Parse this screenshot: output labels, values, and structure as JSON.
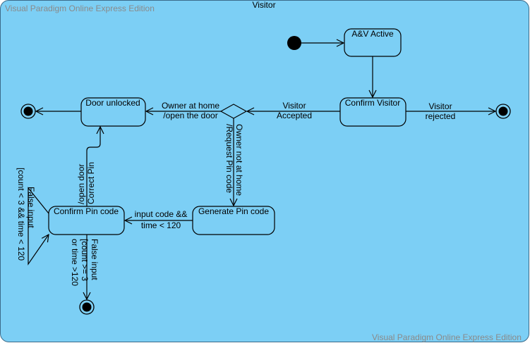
{
  "diagram": {
    "title": "Visitor",
    "watermark_top": "Visual Paradigm Online Express Edition",
    "watermark_bottom": "Visual Paradigm Online Express Edition",
    "colors": {
      "frame_fill": "#7ccff5",
      "frame_stroke": "#3b6b8a",
      "node_fill": "#7ccff5",
      "line": "#000000",
      "watermark": "#8a8a8a"
    },
    "states": {
      "av_active": "A&V Active",
      "confirm_visitor": "Confirm Visitor",
      "door_unlocked": "Door unlocked",
      "generate_pin": "Generate Pin code",
      "confirm_pin": "Confirm Pin code"
    },
    "transitions": {
      "visitor_rejected": [
        "Visitor",
        "rejected"
      ],
      "visitor_accepted": [
        "Visitor",
        "Accepted"
      ],
      "owner_home": [
        "Owner at home",
        "/open the door"
      ],
      "owner_not_home": [
        "Owner not at home",
        "/Request Pin code"
      ],
      "input_code": [
        "input code &&",
        "time < 120"
      ],
      "correct_pin": [
        "Correct Pin",
        "/open door"
      ],
      "false_input_loop": [
        "False input",
        "[count < 3 && time < 120"
      ],
      "false_input_final": [
        "False input",
        "[count >= 3",
        "or time >120"
      ]
    }
  }
}
